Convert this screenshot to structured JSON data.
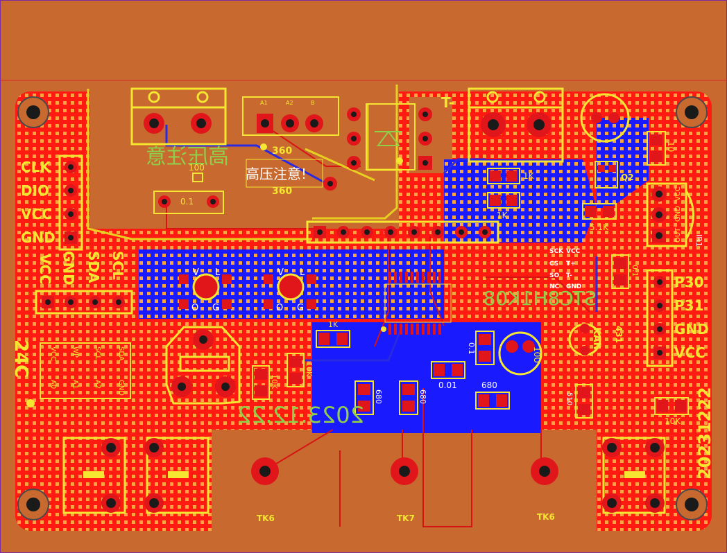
{
  "colors": {
    "background": "#c8692f",
    "board_copper_top": "#ff1a12",
    "board_copper_bottom": "#1a1aff",
    "silkscreen": "#f5e632",
    "silkscreen_bottom": "#8fd04a",
    "pad": "#e0161b",
    "hole": "#1a1a1a",
    "marker_line": "#7b2c9e"
  },
  "silk": {
    "header_left": [
      "CLK",
      "DIO",
      "VCC",
      "GND"
    ],
    "i2c": [
      "VCC",
      "GND",
      "SDA",
      "SCL"
    ],
    "eeprom_label": "24C",
    "eeprom_pins_top": [
      "VCC",
      "WP",
      "SCL",
      "SDA"
    ],
    "eeprom_pins_bottom": [
      "A0",
      "A1",
      "A2",
      "GND"
    ],
    "relay_pins": [
      "A1",
      "A2",
      "B"
    ],
    "warning": "高压注意!",
    "warning_mirror": "高压注意",
    "r_360_top": "360",
    "r_360_bottom": "360",
    "r_100": "100",
    "c_01_top": "0.1",
    "t_minus": "T-",
    "r_1k_a": "1K",
    "r_1k_b": "1K",
    "q2": "Q2",
    "r_51k": "5.1K",
    "c_10": "10",
    "ir_label": "IR1",
    "ir_pins": [
      "OUT",
      "GND",
      "VCC"
    ],
    "spi_pins_row1": [
      "SCK",
      "VCC"
    ],
    "spi_pins_row2": [
      "CS",
      "T+"
    ],
    "spi_pins_row3": [
      "SO",
      "T-"
    ],
    "spi_pins_row4": [
      "NC",
      "GND"
    ],
    "mcu_mirror": "STC8H1K08",
    "c_01_right": "0.1",
    "header_right": [
      "P30",
      "P31",
      "GND",
      "VCC"
    ],
    "kar_label": "KAR",
    "v431": "431",
    "r_1k_c": "1K",
    "r_10k_a": "10K",
    "r_10k_b": "10K",
    "r_680_a": "680",
    "r_680_b": "680",
    "r_680_c": "680",
    "c_01_mid": "0.1",
    "c_001": "0.01",
    "c_10u": "10U",
    "r_510": "510",
    "r_10k_right": "10K",
    "date_mirror": "2023.12.22",
    "date_vertical": "20231222",
    "touch_labels": [
      "TK6",
      "TK7",
      "TK6"
    ],
    "led_a": [
      "V",
      "L",
      "O",
      "G"
    ],
    "led_b": [
      "V",
      "L",
      "O",
      "G"
    ]
  }
}
